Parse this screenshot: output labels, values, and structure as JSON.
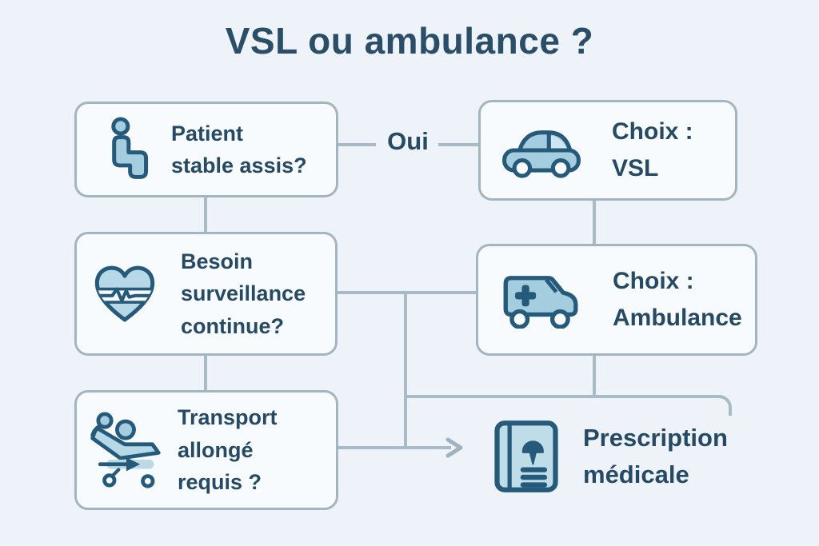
{
  "title": "VSL ou ambulance ?",
  "oui_label": "Oui",
  "nodes": {
    "patient": {
      "label": "Patient\nstable assis?",
      "icon": "person-seated-icon"
    },
    "vsl": {
      "label": "Choix :\nVSL",
      "icon": "car-icon"
    },
    "besoin": {
      "label": "Besoin\nsurveillance\ncontinue?",
      "icon": "heart-pulse-icon"
    },
    "ambulance": {
      "label": "Choix :\nAmbulance",
      "icon": "ambulance-icon"
    },
    "transport": {
      "label": "Transport\nallongé\nrequis ?",
      "icon": "stretcher-icon"
    },
    "prescription": {
      "label": "Prescription\nmédicale",
      "icon": "medical-book-icon"
    }
  },
  "edges": [
    {
      "from": "patient",
      "to": "vsl",
      "label": "Oui"
    },
    {
      "from": "patient",
      "to": "besoin"
    },
    {
      "from": "vsl",
      "to": "ambulance"
    },
    {
      "from": "besoin",
      "to": "ambulance"
    },
    {
      "from": "besoin",
      "to": "transport"
    },
    {
      "from": "ambulance",
      "to": "prescription"
    },
    {
      "from": "transport",
      "to": "prescription",
      "arrow": true
    }
  ],
  "colors": {
    "background": "#edf3f8",
    "box_fill": "#f8fbfd",
    "box_border": "#a2b5c1",
    "connector": "#a9bbc6",
    "text": "#264a63",
    "title": "#2a4e68",
    "icon_fill": "#a5cde0",
    "icon_stroke": "#265a7a"
  }
}
